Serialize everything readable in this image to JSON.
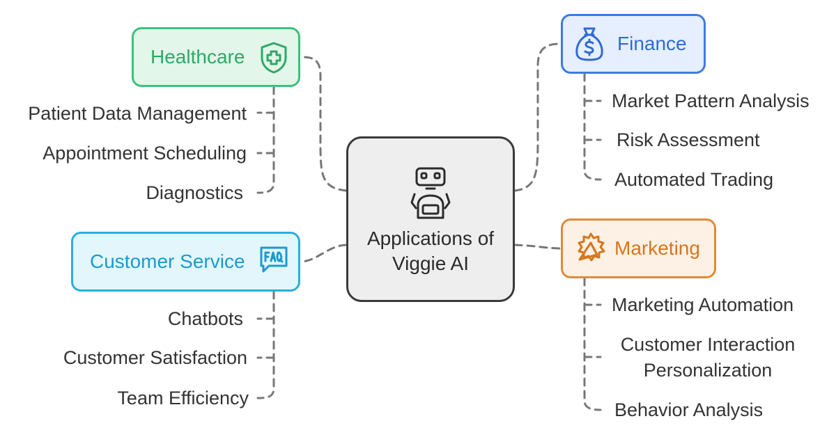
{
  "diagram": {
    "center": {
      "title": "Applications of Viggie AI",
      "icon": "robot-icon"
    },
    "branches": {
      "healthcare": {
        "label": "Healthcare",
        "icon": "shield-plus-icon",
        "items": [
          "Patient Data Management",
          "Appointment Scheduling",
          "Diagnostics"
        ]
      },
      "finance": {
        "label": "Finance",
        "icon": "money-bag-icon",
        "items": [
          "Market Pattern Analysis",
          "Risk Assessment",
          "Automated Trading"
        ]
      },
      "customer_service": {
        "label": "Customer Service",
        "icon": "faq-bubble-icon",
        "items": [
          "Chatbots",
          "Customer Satisfaction",
          "Team Efficiency"
        ]
      },
      "marketing": {
        "label": "Marketing",
        "icon": "megaphone-icon",
        "items": [
          "Marketing Automation",
          "Customer Interaction Personalization",
          "Behavior Analysis"
        ]
      }
    }
  },
  "colors": {
    "healthcare": "#3ac27b",
    "finance": "#3d7be0",
    "customer_service": "#29aedc",
    "marketing": "#e18a36",
    "connector": "#7a7a7a"
  }
}
